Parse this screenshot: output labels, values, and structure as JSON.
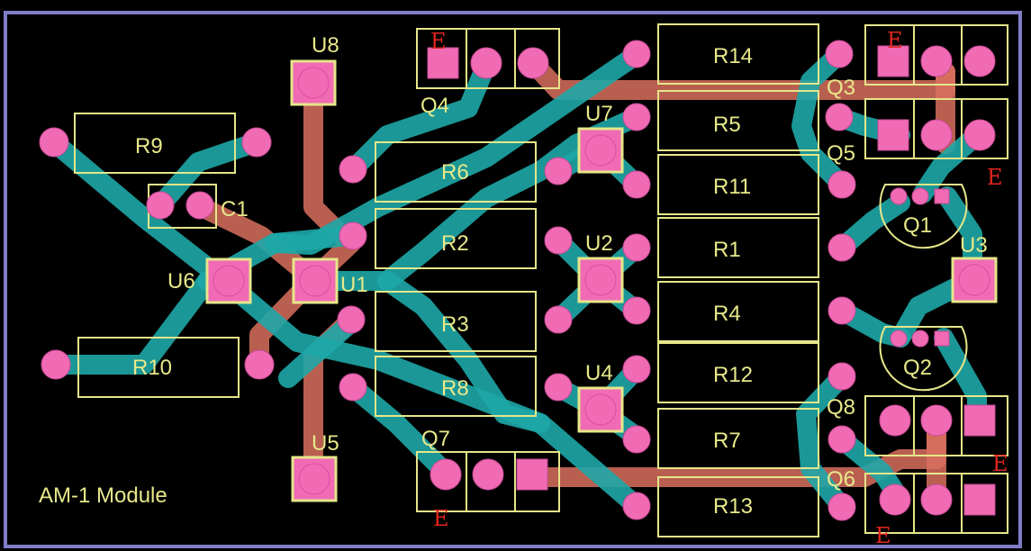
{
  "board": {
    "title": "AM-1 Module",
    "subtitle": "",
    "colors": {
      "background": "#000000",
      "frame": "#7f7fc8",
      "top_trace": "#1ea7a7",
      "bottom_trace": "#d9705e",
      "pad": "#f06bb4",
      "silk": "#e6e68a",
      "emitter_mark": "#e0261e"
    }
  },
  "resistors": {
    "r9": "R9",
    "r10": "R10",
    "r6": "R6",
    "r2": "R2",
    "r3": "R3",
    "r8": "R8",
    "r14": "R14",
    "r5": "R5",
    "r11": "R11",
    "r1": "R1",
    "r4": "R4",
    "r12": "R12",
    "r7": "R7",
    "r13": "R13"
  },
  "capacitors": {
    "c1": "C1"
  },
  "ics": {
    "u1": "U1",
    "u2": "U2",
    "u3": "U3",
    "u4": "U4",
    "u5": "U5",
    "u6": "U6",
    "u7": "U7",
    "u8": "U8"
  },
  "transistors": {
    "q1": "Q1",
    "q2": "Q2",
    "q3": "Q3",
    "q4": "Q4",
    "q5": "Q5",
    "q6": "Q6",
    "q7": "Q7",
    "q8": "Q8"
  },
  "emitter_marks": {
    "q4": "E",
    "q3": "E",
    "q5": "E",
    "q8": "E",
    "q6": "E",
    "q7": "E"
  }
}
